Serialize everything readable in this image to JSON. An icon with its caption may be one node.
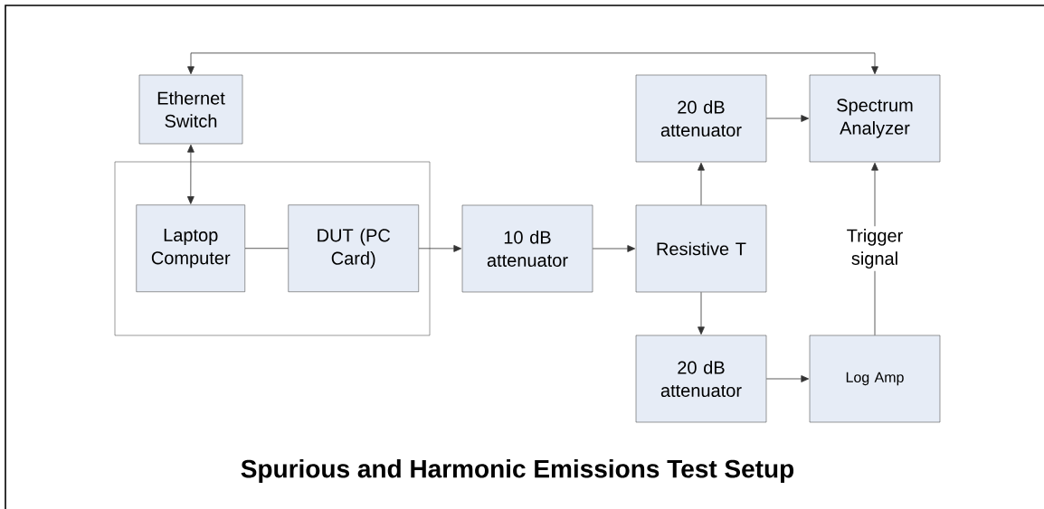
{
  "diagram": {
    "title": "Spurious and Harmonic Emissions Test Setup",
    "nodes": [
      {
        "text": [
          "Ethernet Switch"
        ]
      },
      {
        "text": [],
        "shape": "box"
      },
      {
        "text": [
          "Laptop Computer"
        ],
        "in": 1
      },
      {
        "text": [
          "DUT (PC Card)"
        ],
        "in": 1
      },
      {
        "text": [
          "10 dB attenuator"
        ]
      },
      {
        "text": [
          "Resistive T"
        ]
      },
      {
        "text": [
          "20 dB attenuator"
        ]
      },
      {
        "text": [
          "Spectrum Analyzer"
        ]
      },
      {
        "text": [
          "20 dB attenuator"
        ]
      },
      {
        "text": [
          "Log Amp"
        ]
      }
    ],
    "edges": [
      {
        "from": 0,
        "to": 7,
        "arrow": "both"
      },
      {
        "from": 0,
        "to": 2,
        "arrow": "both"
      },
      {
        "from": 2,
        "to": 3,
        "arrow": "none"
      },
      {
        "from": 3,
        "to": 4,
        "arrow": "to"
      },
      {
        "from": 4,
        "to": 5,
        "arrow": "to"
      },
      {
        "from": 5,
        "to": 6,
        "arrow": "to"
      },
      {
        "from": 6,
        "to": 7,
        "arrow": "to"
      },
      {
        "from": 5,
        "to": 8,
        "arrow": "to"
      },
      {
        "from": 8,
        "to": 9,
        "arrow": "to"
      },
      {
        "from": 9,
        "to": 7,
        "arrow": "to",
        "label": "Trigger signal"
      }
    ]
  }
}
